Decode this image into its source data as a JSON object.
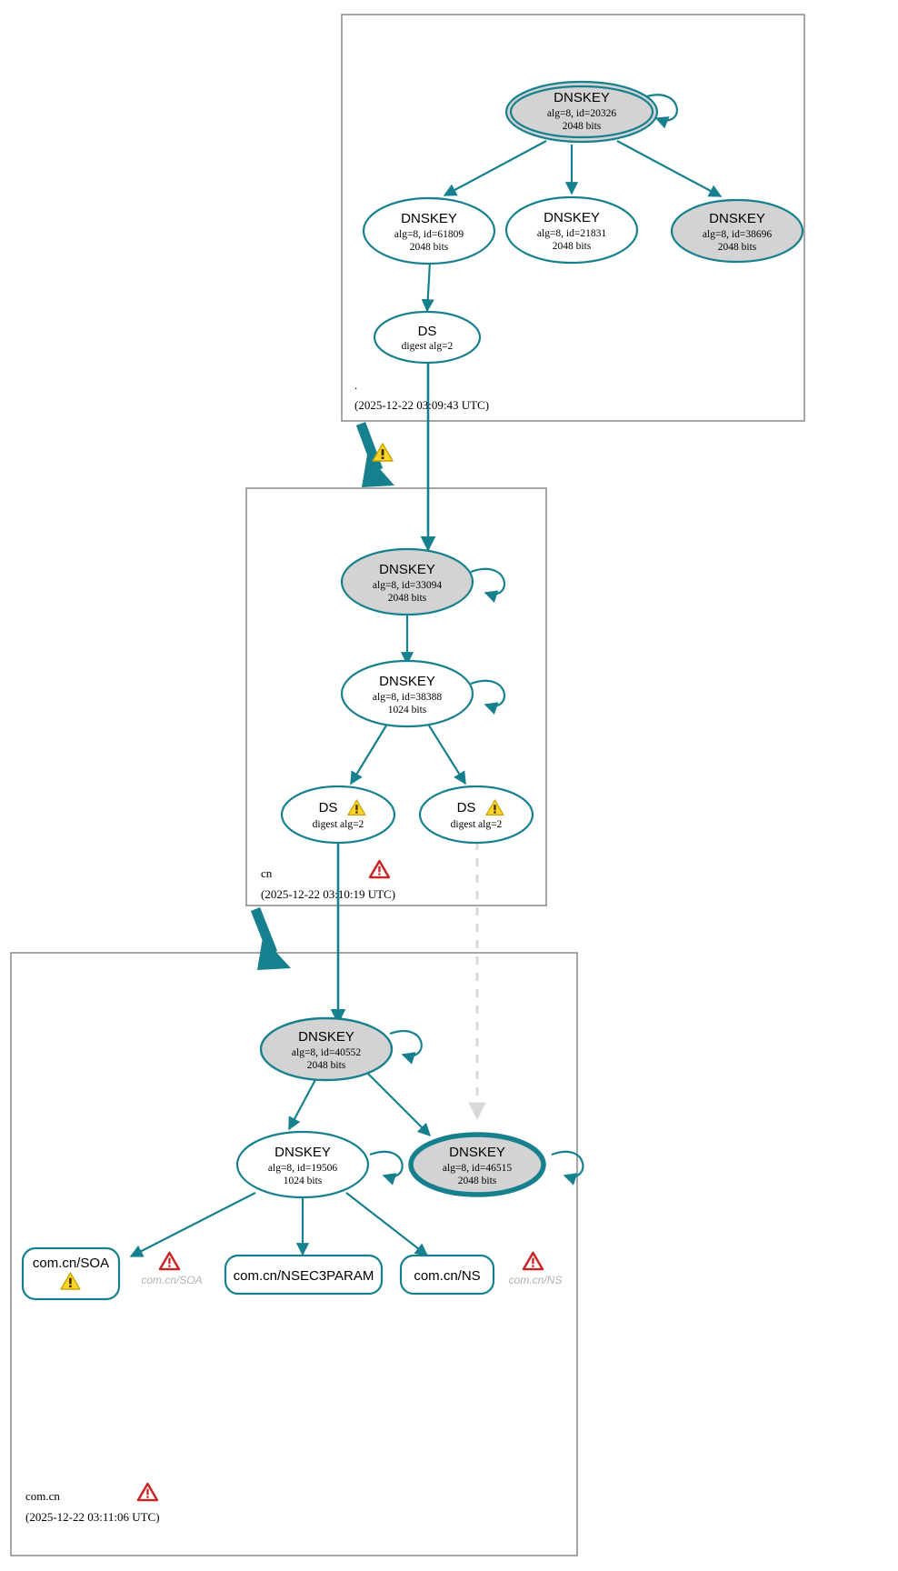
{
  "diagram": {
    "type": "dnssec-authentication-chain",
    "colors": {
      "edge": "#17808f",
      "node_stroke": "#17808f",
      "secure_fill": "#d3d3d3",
      "insecure_fill": "#ffffff",
      "zone_border": "#808080",
      "warning_yellow": "#ffd42a",
      "error_red": "#cc2222",
      "bogus_dash": "#d9d9d9"
    },
    "zones": [
      {
        "id": "root",
        "name": ".",
        "timestamp": "(2025-12-22 03:09:43 UTC)",
        "status_icons": [],
        "nodes": [
          {
            "id": "root-ksk-20326",
            "kind": "DNSKEY",
            "title": "DNSKEY",
            "line2": "alg=8, id=20326",
            "line3": "2048 bits",
            "fill": "secure",
            "double_ring": true,
            "self_sign": true,
            "warning": false
          },
          {
            "id": "root-zsk-61809",
            "kind": "DNSKEY",
            "title": "DNSKEY",
            "line2": "alg=8, id=61809",
            "line3": "2048 bits",
            "fill": "insecure",
            "double_ring": false,
            "self_sign": false,
            "warning": false
          },
          {
            "id": "root-zsk-21831",
            "kind": "DNSKEY",
            "title": "DNSKEY",
            "line2": "alg=8, id=21831",
            "line3": "2048 bits",
            "fill": "insecure",
            "double_ring": false,
            "self_sign": false,
            "warning": false
          },
          {
            "id": "root-zsk-38696",
            "kind": "DNSKEY",
            "title": "DNSKEY",
            "line2": "alg=8, id=38696",
            "line3": "2048 bits",
            "fill": "secure",
            "double_ring": false,
            "self_sign": false,
            "warning": false
          },
          {
            "id": "root-ds",
            "kind": "DS",
            "title": "DS",
            "line2": "digest alg=2",
            "line3": "",
            "fill": "insecure",
            "double_ring": false,
            "self_sign": false,
            "warning": false
          }
        ]
      },
      {
        "id": "cn",
        "name": "cn",
        "timestamp": "(2025-12-22 03:10:19 UTC)",
        "status_icons": [
          "error-triangle"
        ],
        "nodes": [
          {
            "id": "cn-ksk-33094",
            "kind": "DNSKEY",
            "title": "DNSKEY",
            "line2": "alg=8, id=33094",
            "line3": "2048 bits",
            "fill": "secure",
            "double_ring": false,
            "self_sign": true,
            "warning": false
          },
          {
            "id": "cn-zsk-38388",
            "kind": "DNSKEY",
            "title": "DNSKEY",
            "line2": "alg=8, id=38388",
            "line3": "1024 bits",
            "fill": "insecure",
            "double_ring": false,
            "self_sign": true,
            "warning": false
          },
          {
            "id": "cn-ds-left",
            "kind": "DS",
            "title": "DS",
            "line2": "digest alg=2",
            "line3": "",
            "fill": "insecure",
            "double_ring": false,
            "self_sign": false,
            "warning": true
          },
          {
            "id": "cn-ds-right",
            "kind": "DS",
            "title": "DS",
            "line2": "digest alg=2",
            "line3": "",
            "fill": "insecure",
            "double_ring": false,
            "self_sign": false,
            "warning": true
          }
        ]
      },
      {
        "id": "comcn",
        "name": "com.cn",
        "timestamp": "(2025-12-22 03:11:06 UTC)",
        "status_icons": [
          "error-triangle"
        ],
        "nodes": [
          {
            "id": "comcn-ksk-40552",
            "kind": "DNSKEY",
            "title": "DNSKEY",
            "line2": "alg=8, id=40552",
            "line3": "2048 bits",
            "fill": "secure",
            "double_ring": false,
            "self_sign": true,
            "warning": false
          },
          {
            "id": "comcn-zsk-19506",
            "kind": "DNSKEY",
            "title": "DNSKEY",
            "line2": "alg=8, id=19506",
            "line3": "1024 bits",
            "fill": "insecure",
            "double_ring": false,
            "self_sign": true,
            "warning": false
          },
          {
            "id": "comcn-ksk-46515",
            "kind": "DNSKEY",
            "title": "DNSKEY",
            "line2": "alg=8, id=46515",
            "line3": "2048 bits",
            "fill": "secure",
            "double_ring": false,
            "thick_ring": true,
            "self_sign": true,
            "warning": false
          }
        ],
        "rrsets": [
          {
            "id": "rr-soa",
            "label": "com.cn/SOA",
            "warning": true
          },
          {
            "id": "rr-nsec3param",
            "label": "com.cn/NSEC3PARAM",
            "warning": false
          },
          {
            "id": "rr-ns",
            "label": "com.cn/NS",
            "warning": false
          }
        ],
        "error_labels": [
          {
            "id": "err-soa",
            "label": "com.cn/SOA"
          },
          {
            "id": "err-ns",
            "label": "com.cn/NS"
          }
        ]
      }
    ],
    "delegation_edges": [
      {
        "id": "root-to-cn",
        "style": "thick-warning",
        "warning": true
      },
      {
        "id": "cn-to-comcn",
        "style": "thick",
        "warning": false
      },
      {
        "id": "ds-bogus-to-46515",
        "style": "dashed-gray",
        "warning": false
      }
    ]
  }
}
